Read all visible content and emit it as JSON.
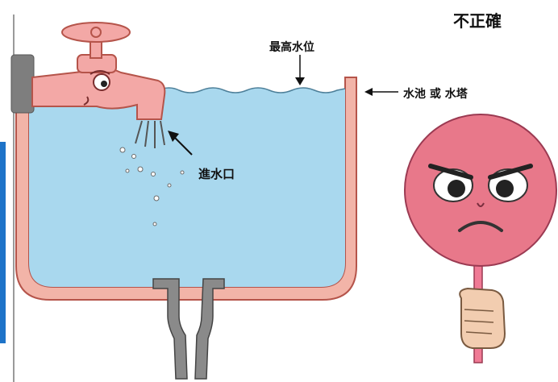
{
  "labels": {
    "verdict": "不正確",
    "max_water_level": "最高水位",
    "tank": "水池 或 水塔",
    "inlet": "進水口"
  },
  "colors": {
    "water": "#a9d8ee",
    "tank_wall": "#f2b4a8",
    "tank_outline": "#b5544a",
    "faucet": "#f3a8a6",
    "face": "#e8788a",
    "left_bar": "#1e73c8",
    "pipe": "#8a8a8a"
  },
  "icons": {
    "faucet": "faucet-icon",
    "angry_face": "angry-face-sign-icon",
    "hand": "hand-icon"
  }
}
